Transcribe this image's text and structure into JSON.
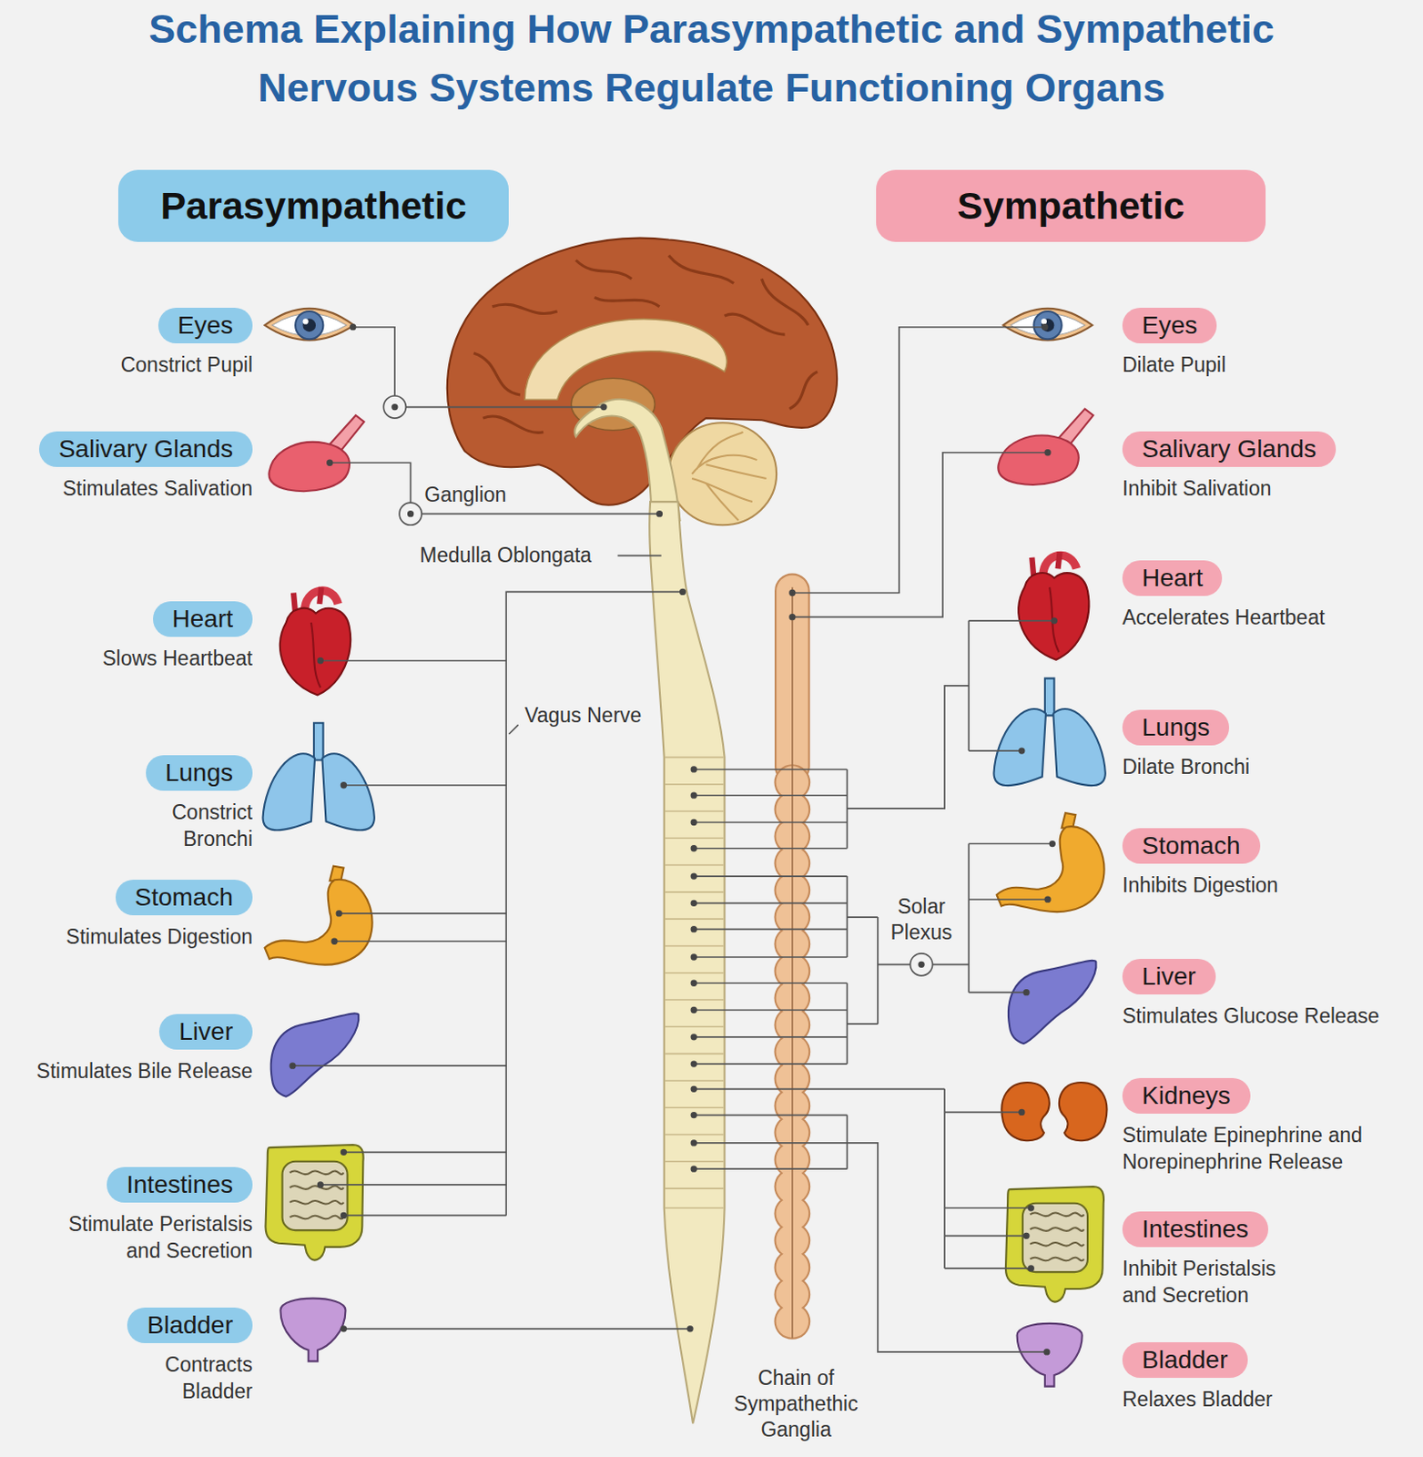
{
  "diagram": {
    "title": "Schema Explaining How Parasympathetic and Sympathetic Nervous Systems Regulate Functioning Organs",
    "nodes": [
      {
        "text": [
          "Parasympathetic"
        ]
      },
      {
        "text": [
          "Sympathetic"
        ]
      },
      {
        "text": [
          "Eyes",
          "Constrict Pupil"
        ]
      },
      {
        "text": [
          "Salivary Glands",
          "Stimulates Salivation"
        ]
      },
      {
        "text": [
          "Heart",
          "Slows Heartbeat"
        ]
      },
      {
        "text": [
          "Lungs",
          "Constrict Bronchi"
        ]
      },
      {
        "text": [
          "Stomach",
          "Stimulates Digestion"
        ]
      },
      {
        "text": [
          "Liver",
          "Stimulates Bile Release"
        ]
      },
      {
        "text": [
          "Intestines",
          "Stimulate Peristalsis and Secretion"
        ]
      },
      {
        "text": [
          "Bladder",
          "Contracts Bladder"
        ]
      },
      {
        "text": [
          "Eyes",
          "Dilate Pupil"
        ]
      },
      {
        "text": [
          "Salivary Glands",
          "Inhibit Salivation"
        ]
      },
      {
        "text": [
          "Heart",
          "Accelerates Heartbeat"
        ]
      },
      {
        "text": [
          "Lungs",
          "Dilate Bronchi"
        ]
      },
      {
        "text": [
          "Stomach",
          "Inhibits Digestion"
        ]
      },
      {
        "text": [
          "Liver",
          "Stimulates Glucose Release"
        ]
      },
      {
        "text": [
          "Kidneys",
          "Stimulate Epinephrine and Norepinephrine Release"
        ]
      },
      {
        "text": [
          "Intestines",
          "Inhibit Peristalsis and Secretion"
        ]
      },
      {
        "text": [
          "Bladder",
          "Relaxes Bladder"
        ]
      }
    ],
    "labels": [
      "Ganglion",
      "Medulla Oblongata",
      "Vagus Nerve",
      "Solar Plexus",
      "Chain of Sympathethic Ganglia"
    ]
  }
}
